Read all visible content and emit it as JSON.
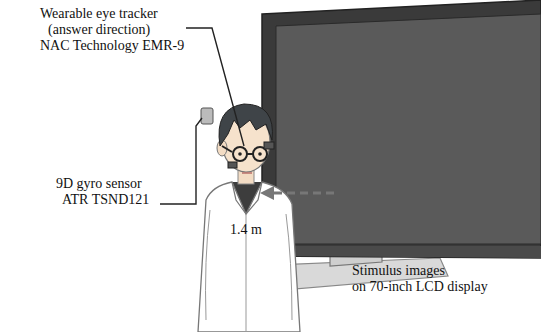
{
  "diagram": {
    "labels": [
      "Wearable eye tracker",
      "(answer direction)",
      "NAC Technology EMR-9",
      "9D gyro sensor",
      "ATR TSND121",
      "1.4 m",
      "Stimulus images",
      "on 70-inch LCD display"
    ]
  }
}
